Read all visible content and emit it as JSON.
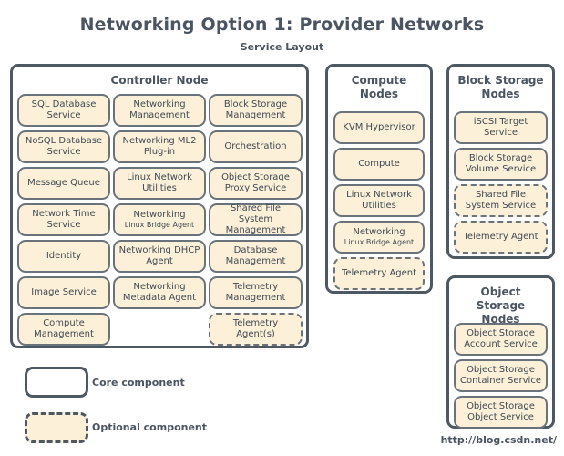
{
  "title": "Networking Option 1: Provider Networks",
  "subtitle": "Service Layout",
  "nodes": {
    "controller": {
      "title": "Controller Node",
      "components": [
        {
          "label": "SQL Database Service",
          "sub": ""
        },
        {
          "label": "Networking Management",
          "sub": ""
        },
        {
          "label": "Block Storage Management",
          "sub": ""
        },
        {
          "label": "NoSQL Database Service",
          "sub": ""
        },
        {
          "label": "Networking ML2 Plug-in",
          "sub": ""
        },
        {
          "label": "Orchestration",
          "sub": ""
        },
        {
          "label": "Message Queue",
          "sub": ""
        },
        {
          "label": "Linux Network Utilities",
          "sub": ""
        },
        {
          "label": "Object Storage Proxy Service",
          "sub": ""
        },
        {
          "label": "Network Time Service",
          "sub": ""
        },
        {
          "label": "Networking",
          "sub": "Linux Bridge Agent"
        },
        {
          "label": "Shared File System Management",
          "sub": ""
        },
        {
          "label": "Identity",
          "sub": ""
        },
        {
          "label": "Networking DHCP Agent",
          "sub": ""
        },
        {
          "label": "Database Management",
          "sub": ""
        },
        {
          "label": "Image Service",
          "sub": ""
        },
        {
          "label": "Networking Metadata Agent",
          "sub": ""
        },
        {
          "label": "Telemetry Management",
          "sub": ""
        },
        {
          "label": "Compute Management",
          "sub": ""
        },
        {
          "label": "Telemetry Agent(s)",
          "sub": ""
        }
      ]
    },
    "compute": {
      "title": "Compute Nodes",
      "components": [
        {
          "label": "KVM Hypervisor",
          "sub": ""
        },
        {
          "label": "Compute",
          "sub": ""
        },
        {
          "label": "Linux Network Utilities",
          "sub": ""
        },
        {
          "label": "Networking",
          "sub": "Linux Bridge Agent"
        },
        {
          "label": "Telemetry Agent",
          "sub": ""
        }
      ]
    },
    "block_storage": {
      "title": "Block Storage Nodes",
      "components": [
        {
          "label": "iSCSI Target Service",
          "sub": ""
        },
        {
          "label": "Block Storage Volume Service",
          "sub": ""
        },
        {
          "label": "Shared File System Service",
          "sub": ""
        },
        {
          "label": "Telemetry Agent",
          "sub": ""
        }
      ]
    },
    "object_storage": {
      "title": "Object Storage Nodes",
      "components": [
        {
          "label": "Object Storage Account Service",
          "sub": ""
        },
        {
          "label": "Object Storage Container Service",
          "sub": ""
        },
        {
          "label": "Object Storage Object Service",
          "sub": ""
        }
      ]
    }
  },
  "legend": {
    "core": "Core component",
    "optional": "Optional component"
  },
  "footer_url": "http://blog.csdn.net/"
}
